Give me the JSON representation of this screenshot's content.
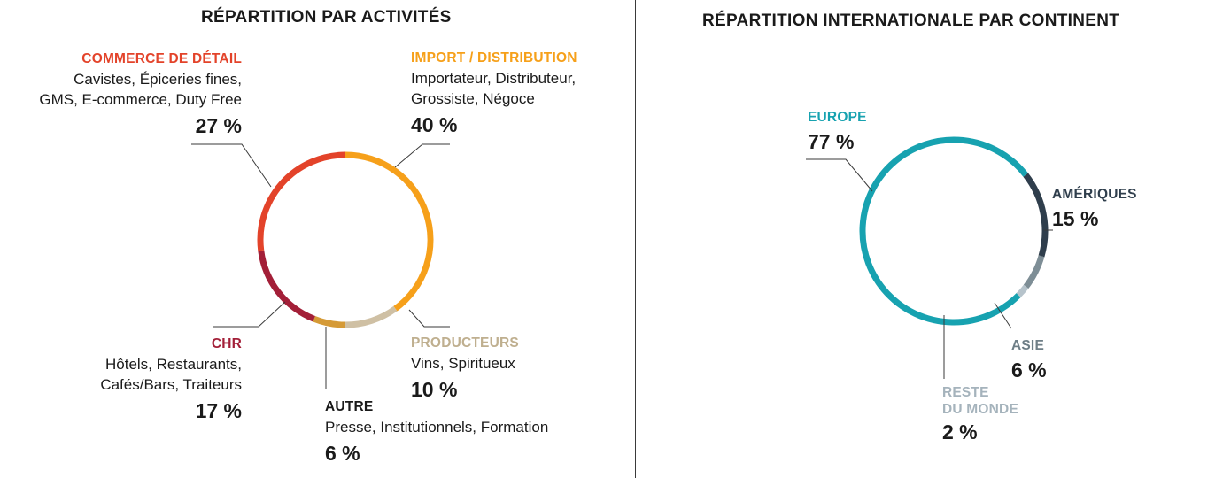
{
  "colors": {
    "commerce": "#E3432A",
    "import": "#F6A01A",
    "producteurs": "#CFC0A4",
    "autre": "#D59A36",
    "chr": "#A31F38",
    "europe": "#17A2B0",
    "ameriques": "#2F3E4C",
    "asie": "#7E8E96",
    "reste": "#B6C3CB"
  },
  "left": {
    "title": "RÉPARTITION PAR ACTIVITÉS",
    "segments": [
      {
        "key": "commerce",
        "category": "COMMERCE DE DÉTAIL",
        "desc1": "Cavistes, Épiceries fines,",
        "desc2": "GMS, E-commerce, Duty Free",
        "pct": "27 %"
      },
      {
        "key": "import",
        "category": "IMPORT / DISTRIBUTION",
        "desc1": "Importateur, Distributeur,",
        "desc2": "Grossiste, Négoce",
        "pct": "40 %"
      },
      {
        "key": "producteurs",
        "category": "PRODUCTEURS",
        "desc1": "Vins, Spiritueux",
        "pct": "10 %"
      },
      {
        "key": "autre",
        "category": "AUTRE",
        "desc1": "Presse, Institutionnels, Formation",
        "pct": "6 %"
      },
      {
        "key": "chr",
        "category": "CHR",
        "desc1": "Hôtels, Restaurants,",
        "desc2": "Cafés/Bars, Traiteurs",
        "pct": "17 %"
      }
    ]
  },
  "right": {
    "title": "RÉPARTITION INTERNATIONALE PAR CONTINENT",
    "segments": [
      {
        "key": "europe",
        "category": "EUROPE",
        "pct": "77 %"
      },
      {
        "key": "ameriques",
        "category": "AMÉRIQUES",
        "pct": "15 %"
      },
      {
        "key": "asie",
        "category": "ASIE",
        "pct": "6 %"
      },
      {
        "key": "reste",
        "category1": "RESTE",
        "category2": "DU MONDE",
        "pct": "2 %"
      }
    ]
  },
  "chart_data": [
    {
      "type": "pie",
      "title": "RÉPARTITION PAR ACTIVITÉS",
      "categories": [
        "COMMERCE DE DÉTAIL",
        "IMPORT / DISTRIBUTION",
        "PRODUCTEURS",
        "AUTRE",
        "CHR"
      ],
      "values": [
        27,
        40,
        10,
        6,
        17
      ],
      "order": [
        "IMPORT / DISTRIBUTION",
        "PRODUCTEURS",
        "AUTRE",
        "CHR",
        "COMMERCE DE DÉTAIL"
      ],
      "colors": [
        "#E3432A",
        "#F6A01A",
        "#CFC0A4",
        "#D59A36",
        "#A31F38"
      ],
      "style": "donut ring"
    },
    {
      "type": "pie",
      "title": "RÉPARTITION INTERNATIONALE PAR CONTINENT",
      "categories": [
        "EUROPE",
        "AMÉRIQUES",
        "ASIE",
        "RESTE DU MONDE"
      ],
      "values": [
        77,
        15,
        6,
        2
      ],
      "order": [
        "AMÉRIQUES",
        "ASIE",
        "RESTE DU MONDE",
        "EUROPE"
      ],
      "colors": [
        "#17A2B0",
        "#2F3E4C",
        "#7E8E96",
        "#B6C3CB"
      ],
      "style": "donut ring"
    }
  ]
}
